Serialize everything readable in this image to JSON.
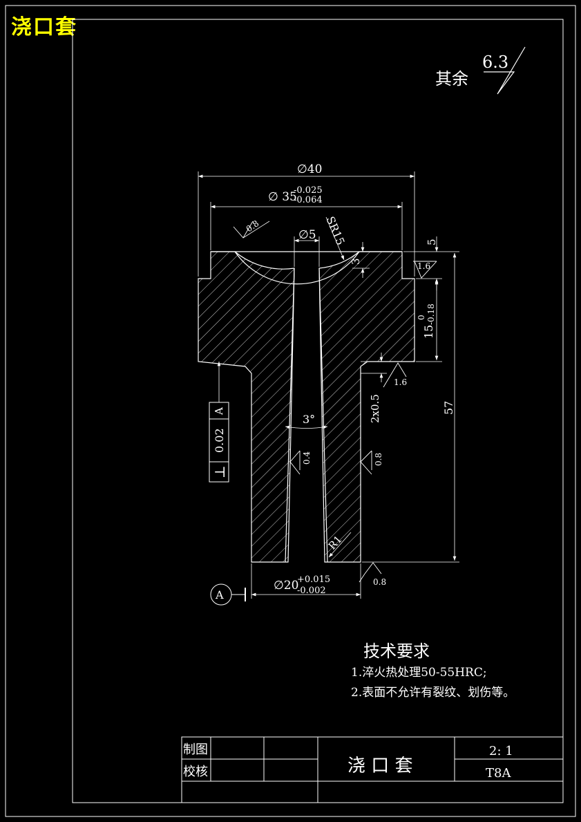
{
  "drawing": {
    "corner_title": "浇口套",
    "surface_roughness_label": "其余",
    "surface_roughness_value": "6.3",
    "dimensions": {
      "d40": "∅40",
      "d35": "∅ 35",
      "d35_upper": "-0.025",
      "d35_lower": "-0.064",
      "d5": "∅5",
      "sr15": "SR15",
      "d3": "3",
      "d5_height": "5",
      "d15": "15",
      "d15_upper": "0",
      "d15_lower": "-0.18",
      "d57": "57",
      "chamfer": "2x0.5",
      "angle": "3°",
      "r1": "R1",
      "d20": "∅20",
      "d20_upper": "+0.015",
      "d20_lower": "-0.002"
    },
    "roughness_marks": {
      "r08_top": "0.8",
      "r16_top": "1.6",
      "r16_mid": "1.6",
      "r04": "0.4",
      "r08_mid": "0.8",
      "r08_bottom": "0.8"
    },
    "tolerance_frame": {
      "symbol": "⊥",
      "value": "0.02",
      "datum": "A"
    },
    "datum_label": "A",
    "tech_requirements": {
      "title": "技术要求",
      "items": [
        "1.淬火热处理50-55HRC;",
        "2.表面不允许有裂纹、划伤等。"
      ]
    },
    "title_block": {
      "drawn_by": "制图",
      "checked_by": "校核",
      "part_name": "浇 口 套",
      "scale": "2: 1",
      "material": "T8A"
    }
  },
  "colors": {
    "background": "#000000",
    "line": "#ffffff",
    "title": "#ffff00"
  }
}
